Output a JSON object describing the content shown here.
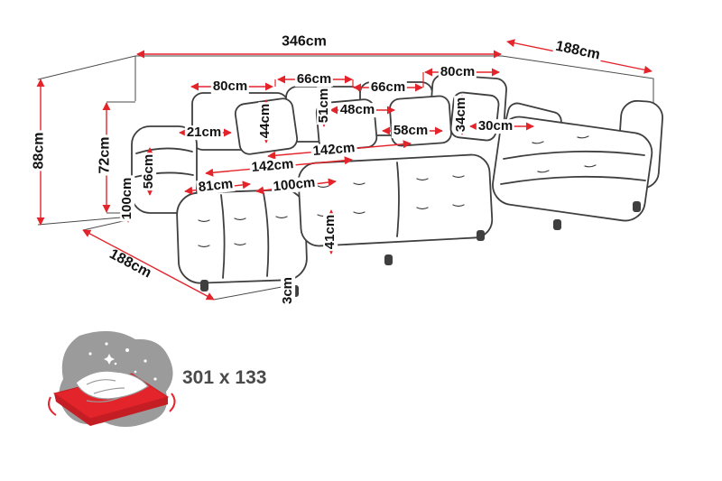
{
  "diagram": {
    "title": "u-shaped-sofa-dimension-diagram",
    "dims": {
      "total_width_346": "346cm",
      "right_depth_188": "188cm",
      "total_height_88": "88cm",
      "back_height_72": "72cm",
      "back_left_80": "80cm",
      "back_mid_left_66": "66cm",
      "cushion_51": "51cm",
      "back_mid_right_66": "66cm",
      "back_right_80": "80cm",
      "cushion_44": "44cm",
      "cushion_48": "48cm",
      "cushion_34": "34cm",
      "cushion_30": "30cm",
      "armrest_21": "21cm",
      "cushion_58": "58cm",
      "seat_width_upper_142": "142cm",
      "seat_width_lower_142": "142cm",
      "chaise_depth_100": "100cm",
      "seat_height_56": "56cm",
      "chaise_width_81": "81cm",
      "seat_depth_100": "100cm",
      "front_height_41": "41cm",
      "left_depth_188": "188cm",
      "leg_height_3": "3cm"
    }
  },
  "footer": {
    "sleeping_area_size": "301 x 133"
  },
  "colors": {
    "dimension_red": "#e3242b",
    "outline_gray": "#3f3f3f",
    "frame_gray": "#4a4a4a",
    "icon_gray": "#9b9b9b",
    "icon_red": "#e3242b",
    "footer_text": "#4a4a4a"
  }
}
